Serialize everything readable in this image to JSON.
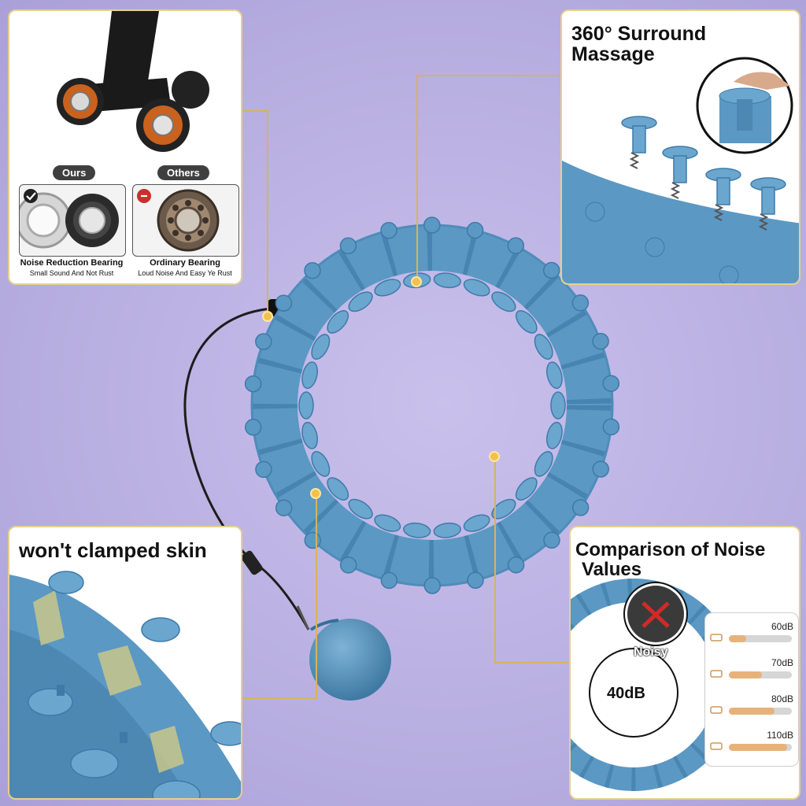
{
  "panels": {
    "bearing": {
      "tag_ours": "Ours",
      "tag_others": "Others",
      "ours_title": "Noise Reduction Bearing",
      "ours_sub": "Small Sound And Not Rust",
      "others_title": "Ordinary Bearing",
      "others_sub": "Loud Noise And Easy Ye Rust"
    },
    "massage": {
      "title_line1": "360° Surround",
      "title_line2": "Massage"
    },
    "skin": {
      "title": "won't clamped skin"
    },
    "noise": {
      "title_line1": "Comparison of Noise",
      "title_line2": "Values",
      "noisy_label": "Noisy",
      "ours_label": "40dB",
      "levels": [
        {
          "label": "60dB",
          "fill_fraction": 0.28
        },
        {
          "label": "70dB",
          "fill_fraction": 0.52
        },
        {
          "label": "80dB",
          "fill_fraction": 0.72
        },
        {
          "label": "110dB",
          "fill_fraction": 0.92
        }
      ]
    }
  },
  "colors": {
    "ring": "#5b98c4",
    "ring_dark": "#3e7aa8",
    "background": "#bdb4e4",
    "accent": "#f2c14b",
    "connector": "#d8b35a"
  }
}
